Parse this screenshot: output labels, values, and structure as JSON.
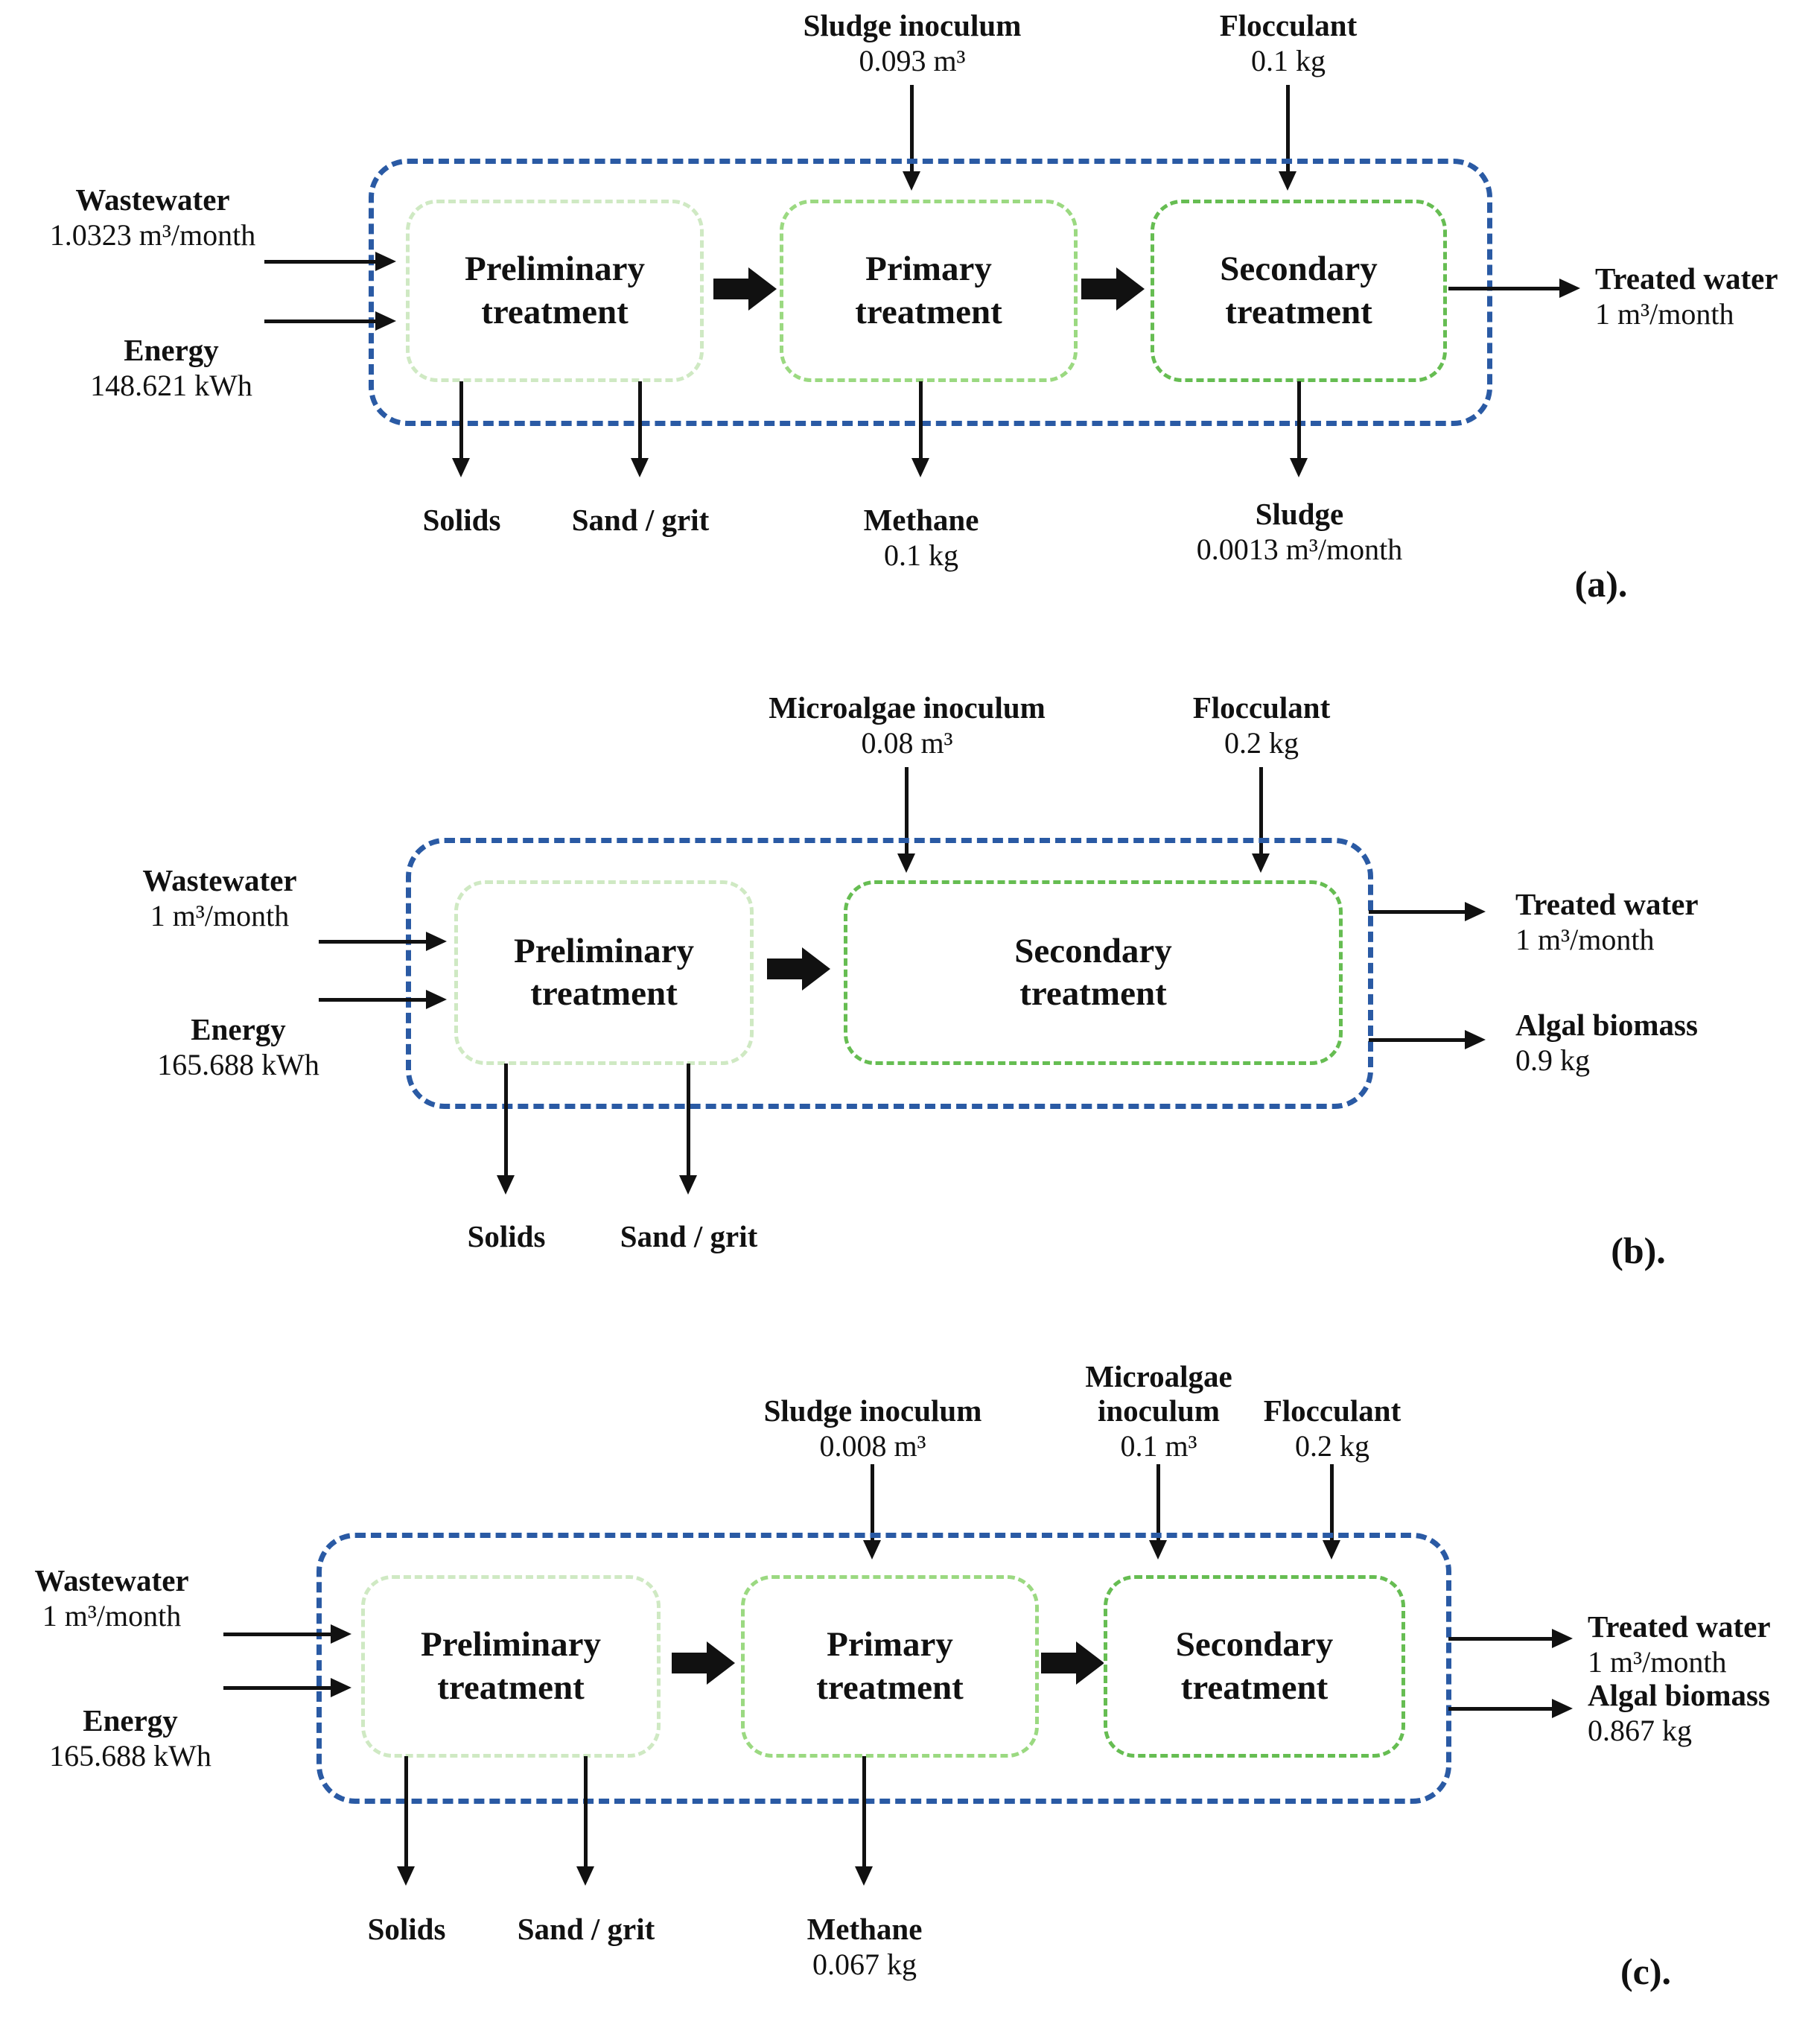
{
  "figure": {
    "title": "Wastewater treatment system boundary diagrams",
    "type": "process-flow-diagram"
  },
  "colors": {
    "system_boundary": "#2a5aa4",
    "box_preliminary": "#cfe9c3",
    "box_primary": "#9bd981",
    "box_secondary": "#66bd52",
    "arrow": "#111111",
    "text": "#111111"
  },
  "panels": [
    {
      "tag": "(a).",
      "top_inputs": [
        {
          "name": "Sludge inoculum",
          "value": "0.093 m³"
        },
        {
          "name": "Flocculant",
          "value": "0.1 kg"
        }
      ],
      "left_inputs": [
        {
          "name": "Wastewater",
          "value": "1.0323 m³/month"
        },
        {
          "name": "Energy",
          "value": "148.621 kWh"
        }
      ],
      "boxes": [
        {
          "title": "Preliminary treatment"
        },
        {
          "title": "Primary treatment"
        },
        {
          "title": "Secondary treatment"
        }
      ],
      "right_outputs": [
        {
          "name": "Treated water",
          "value": "1 m³/month"
        }
      ],
      "bottom_outputs": [
        {
          "name": "Solids",
          "value": ""
        },
        {
          "name": "Sand / grit",
          "value": ""
        },
        {
          "name": "Methane",
          "value": "0.1 kg"
        },
        {
          "name": "Sludge",
          "value": "0.0013 m³/month"
        }
      ]
    },
    {
      "tag": "(b).",
      "top_inputs": [
        {
          "name": "Microalgae inoculum",
          "value": "0.08 m³"
        },
        {
          "name": "Flocculant",
          "value": "0.2 kg"
        }
      ],
      "left_inputs": [
        {
          "name": "Wastewater",
          "value": "1 m³/month"
        },
        {
          "name": "Energy",
          "value": "165.688 kWh"
        }
      ],
      "boxes": [
        {
          "title": "Preliminary treatment"
        },
        {
          "title": "Secondary treatment"
        }
      ],
      "right_outputs": [
        {
          "name": "Treated water",
          "value": "1 m³/month"
        },
        {
          "name": "Algal biomass",
          "value": "0.9 kg"
        }
      ],
      "bottom_outputs": [
        {
          "name": "Solids",
          "value": ""
        },
        {
          "name": "Sand / grit",
          "value": ""
        }
      ]
    },
    {
      "tag": "(c).",
      "top_inputs": [
        {
          "name": "Sludge inoculum",
          "value": "0.008 m³"
        },
        {
          "name": "Microalgae inoculum",
          "value": "0.1 m³"
        },
        {
          "name": "Flocculant",
          "value": "0.2 kg"
        }
      ],
      "left_inputs": [
        {
          "name": "Wastewater",
          "value": "1 m³/month"
        },
        {
          "name": "Energy",
          "value": "165.688 kWh"
        }
      ],
      "boxes": [
        {
          "title": "Preliminary treatment"
        },
        {
          "title": "Primary treatment"
        },
        {
          "title": "Secondary treatment"
        }
      ],
      "right_outputs": [
        {
          "name": "Treated water",
          "value": "1 m³/month"
        },
        {
          "name": "Algal biomass",
          "value": "0.867 kg"
        }
      ],
      "bottom_outputs": [
        {
          "name": "Solids",
          "value": ""
        },
        {
          "name": "Sand / grit",
          "value": ""
        },
        {
          "name": "Methane",
          "value": "0.067 kg"
        }
      ]
    }
  ]
}
